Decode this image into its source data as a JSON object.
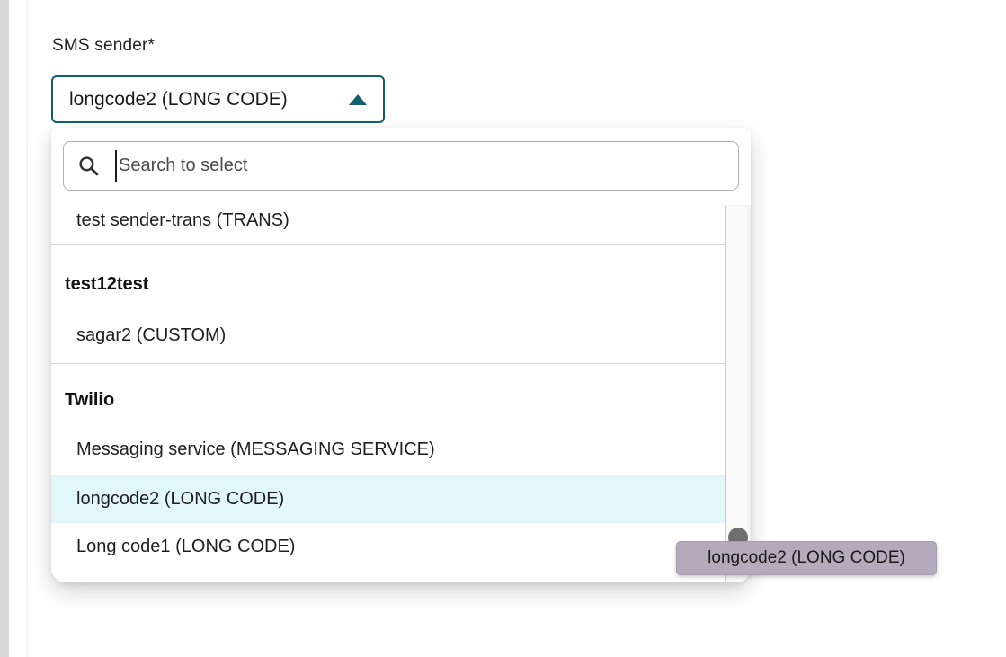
{
  "page": {
    "field_label": "SMS sender*"
  },
  "select": {
    "value": "longcode2 (LONG CODE)",
    "state": "open",
    "chevron": "chevron-up-icon"
  },
  "dropdown": {
    "search_placeholder": "Search to select",
    "groups": [
      {
        "header": "",
        "items": [
          "test sender-trans (TRANS)"
        ]
      },
      {
        "header": "test12test",
        "items": [
          "sagar2 (CUSTOM)"
        ]
      },
      {
        "header": "Twilio",
        "items": [
          "Messaging service (MESSAGING SERVICE)",
          "longcode2 (LONG CODE)",
          "Long code1 (LONG CODE)"
        ]
      }
    ],
    "highlighted_item": "longcode2 (LONG CODE)",
    "scrollbar_visible": true
  },
  "tooltip": {
    "text": "longcode2 (LONG CODE)"
  },
  "colors": {
    "select_border": "#135e6d",
    "chevron": "#135e6d",
    "highlight_row_bg": "#e2f7f9",
    "tooltip_bg": "#b4aabb",
    "cursor_dot": "#6e6e6e",
    "divider": "#d8d8dc",
    "left_strip": "#d8d8d8"
  }
}
